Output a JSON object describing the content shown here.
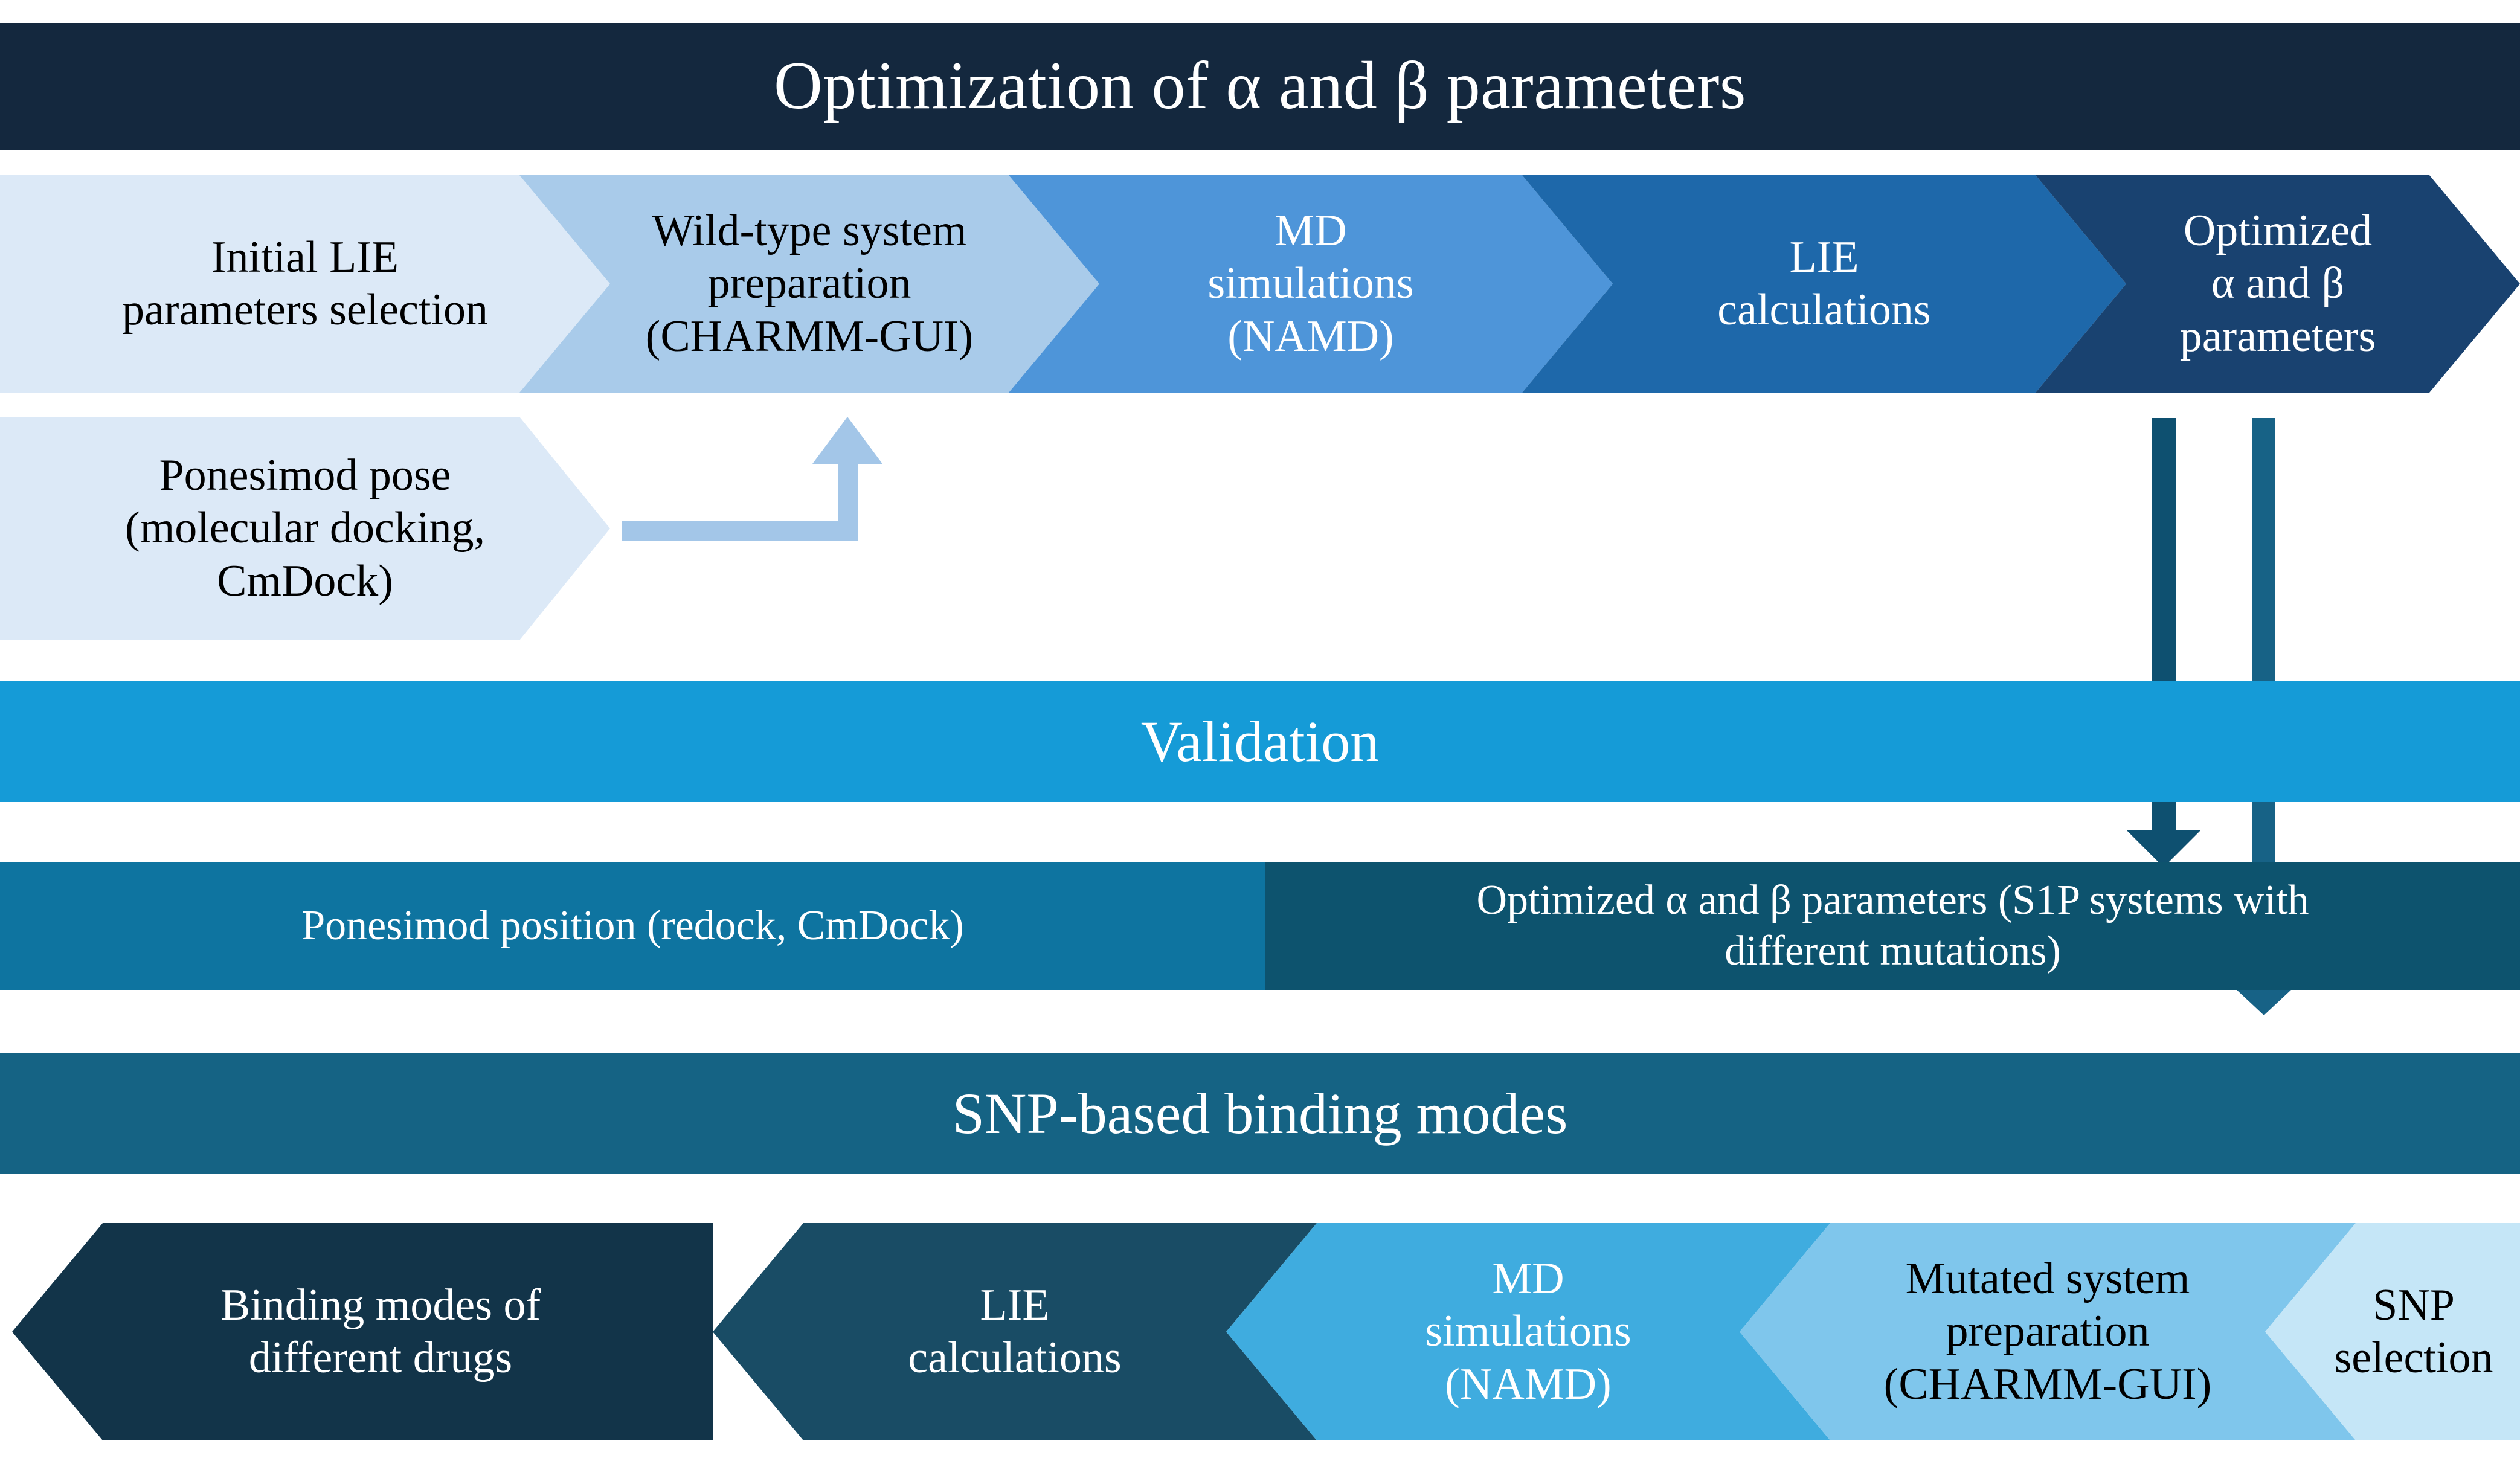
{
  "header": {
    "title": "Optimization of α and β parameters",
    "bg_color": "#14283E",
    "text_color": "#FFFFFF"
  },
  "row_optimization": {
    "name": "optimization-chevron-row",
    "direction": "right",
    "steps": [
      {
        "label": "Initial LIE\nparameters selection",
        "color": "#DCE9F7",
        "text_color": "#000000"
      },
      {
        "label": "Wild-type system\npreparation\n(CHARMM-GUI)",
        "color": "#A9CBEA",
        "text_color": "#000000"
      },
      {
        "label": "MD\nsimulations\n(NAMD)",
        "color": "#4E95D9",
        "text_color": "#FFFFFF"
      },
      {
        "label": "LIE\ncalculations",
        "color": "#1E68AA",
        "text_color": "#FFFFFF"
      },
      {
        "label": "Optimized\nα and β\nparameters",
        "color": "#194270",
        "text_color": "#FFFFFF"
      }
    ]
  },
  "docking_input": {
    "label": "Ponesimod pose\n(molecular docking,\nCmDock)",
    "color": "#DCE9F7",
    "text_color": "#000000"
  },
  "elbow_connector": {
    "name": "ponesimod-to-wildtype-arrow",
    "color": "#A3C6E8",
    "direction": "right-then-up"
  },
  "validation_banner": {
    "label": "Validation",
    "color": "#159BD7",
    "text_color": "#FFFFFF"
  },
  "validation_results": [
    {
      "label": "Ponesimod position (redock, CmDock)",
      "color": "#0E74A0",
      "text_color": "#FFFFFF"
    },
    {
      "label": "Optimized α and β parameters (S1P systems with\ndifferent mutations)",
      "color": "#0D536E",
      "text_color": "#FFFFFF"
    }
  ],
  "snp_banner": {
    "label": "SNP-based binding modes",
    "color": "#156384",
    "text_color": "#FFFFFF"
  },
  "down_arrows": [
    {
      "name": "optimized-params-to-validation-results-arrow",
      "color": "#0E5070"
    },
    {
      "name": "optimized-params-to-snp-arrow",
      "color": "#176286"
    }
  ],
  "row_snp": {
    "name": "snp-chevron-row",
    "direction": "left",
    "steps": [
      {
        "label": "Binding modes of\ndifferent drugs",
        "color": "#123449",
        "text_color": "#FFFFFF"
      },
      {
        "label": "LIE\ncalculations",
        "color": "#194C65",
        "text_color": "#FFFFFF"
      },
      {
        "label": "MD\nsimulations\n(NAMD)",
        "color": "#3FACDF",
        "text_color": "#FFFFFF"
      },
      {
        "label": "Mutated system\npreparation\n(CHARMM-GUI)",
        "color": "#7FC6EC",
        "text_color": "#000000"
      },
      {
        "label": "SNP\nselection",
        "color": "#C5E6F7",
        "text_color": "#000000"
      }
    ]
  }
}
